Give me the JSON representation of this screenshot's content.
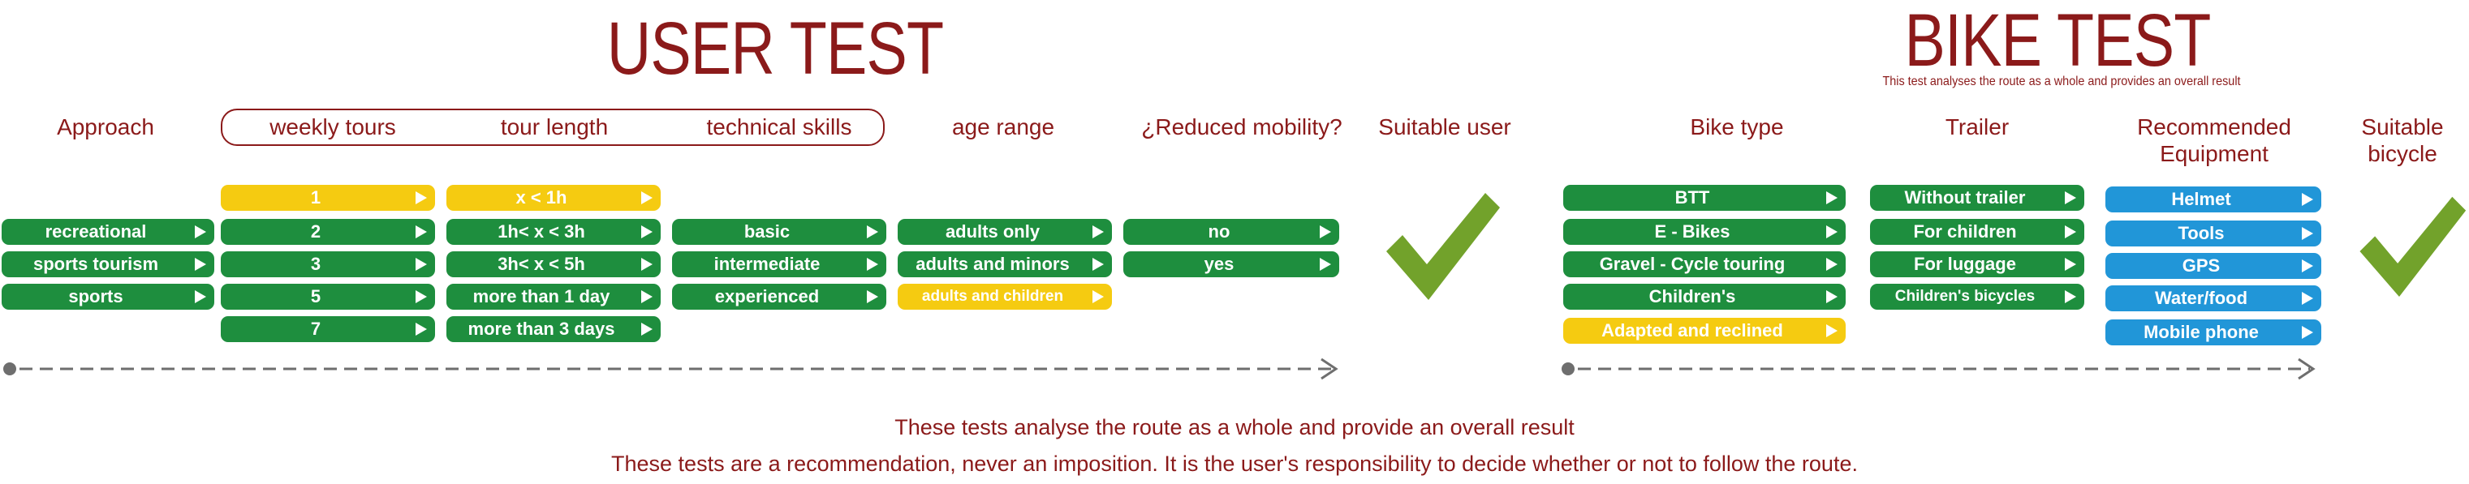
{
  "user_test": {
    "title": "USER TEST",
    "headers": {
      "approach": "Approach",
      "weekly_tours": "weekly tours",
      "tour_length": "tour length",
      "technical_skills": "technical skills",
      "age_range": "age range",
      "reduced_mobility": "¿Reduced mobility?",
      "suitable_user": "Suitable user"
    },
    "approach": [
      "recreational",
      "sports tourism",
      "sports"
    ],
    "weekly_tours": [
      "1",
      "2",
      "3",
      "5",
      "7"
    ],
    "tour_length": [
      "x < 1h",
      "1h< x < 3h",
      "3h< x < 5h",
      "more than 1 day",
      "more than 3 days"
    ],
    "technical_skills": [
      "basic",
      "intermediate",
      "experienced"
    ],
    "age_range": [
      "adults only",
      "adults and minors",
      "adults and children"
    ],
    "reduced_mobility": [
      "no",
      "yes"
    ]
  },
  "bike_test": {
    "title": "BIKE TEST",
    "subtitle": "This test analyses the route as a whole and provides an overall result",
    "headers": {
      "bike_type": "Bike type",
      "trailer": "Trailer",
      "equipment_line1": "Recommended",
      "equipment_line2": "Equipment",
      "suitable_line1": "Suitable",
      "suitable_line2": "bicycle"
    },
    "bike_type": [
      "BTT",
      "E - Bikes",
      "Gravel - Cycle touring",
      "Children's",
      "Adapted and reclined"
    ],
    "trailer": [
      "Without trailer",
      "For children",
      "For luggage",
      "Children's bicycles"
    ],
    "equipment": [
      "Helmet",
      "Tools",
      "GPS",
      "Water/food",
      "Mobile phone"
    ]
  },
  "colors": {
    "title": "#8b1a1a",
    "green": "#1e8e3e",
    "yellow": "#f5cb11",
    "blue": "#2196d8",
    "check": "#72a22b",
    "arrow_line": "#6e6e6e"
  },
  "footer": {
    "line1": "These tests analyse the route as a whole and provide an overall result",
    "line2": "These tests are a recommendation, never an imposition. It is the user's responsibility to decide whether or not to follow the route."
  }
}
